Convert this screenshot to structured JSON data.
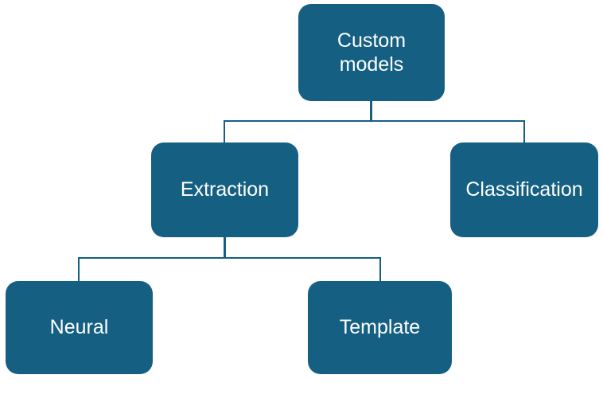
{
  "colors": {
    "node_fill": "#156082",
    "node_text": "#FFFFFF",
    "connector": "#156082",
    "page_background": "#FFFFFF"
  },
  "nodes": {
    "root": {
      "label": "Custom models"
    },
    "extraction": {
      "label": "Extraction"
    },
    "classification": {
      "label": "Classification"
    },
    "neural": {
      "label": "Neural"
    },
    "template": {
      "label": "Template"
    }
  },
  "edges": [
    {
      "from": "Custom models",
      "to": "Extraction"
    },
    {
      "from": "Custom models",
      "to": "Classification"
    },
    {
      "from": "Extraction",
      "to": "Neural"
    },
    {
      "from": "Extraction",
      "to": "Template"
    }
  ]
}
